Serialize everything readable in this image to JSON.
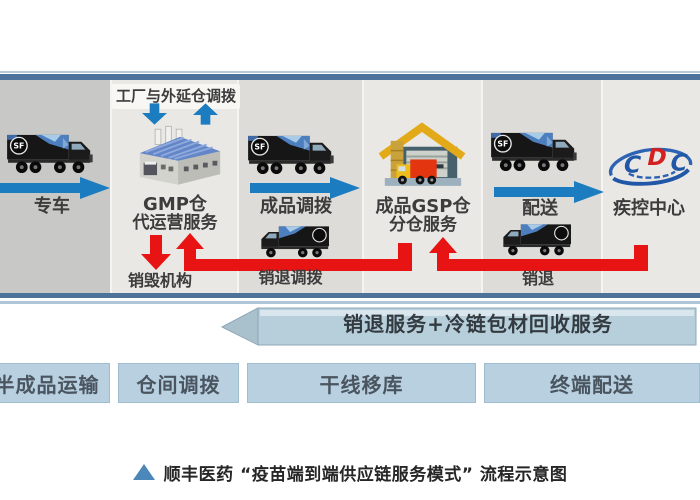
{
  "logos": {
    "truck": "SF",
    "cdc_parts": [
      "C",
      "D",
      "C"
    ]
  },
  "annotations": {
    "factory_transfer": "工厂与外延仓调拨"
  },
  "stages": [
    {
      "label": "专车"
    },
    {
      "line1": "GMP仓",
      "line2": "代运营服务"
    },
    {
      "label": "成品调拨"
    },
    {
      "line1": "成品GSP仓",
      "line2": "分仓服务"
    },
    {
      "label": "配送"
    },
    {
      "label": "疾控中心"
    }
  ],
  "returns": {
    "destroy": "销毁机构",
    "return_transfer": "销退调拨",
    "return_short": "销退",
    "band": "销退服务+冷链包材回收服务"
  },
  "bottom_bars": [
    {
      "label": "半成品运输"
    },
    {
      "label": "仓间调拨"
    },
    {
      "label": "干线移库"
    },
    {
      "label": "终端配送"
    }
  ],
  "caption": {
    "text": "顺丰医药 “疫苗端到端供应链服务模式” 流程示意图"
  },
  "colors": {
    "flow_blue": "#1b7cc0",
    "return_red": "#e81414",
    "divider_blue": "#4e739b",
    "band_fill": "#b7cedb",
    "bar_fill": "#b8d0e0",
    "strip_dark": "#c8c8c6",
    "strip_light": "#eae8e4"
  }
}
